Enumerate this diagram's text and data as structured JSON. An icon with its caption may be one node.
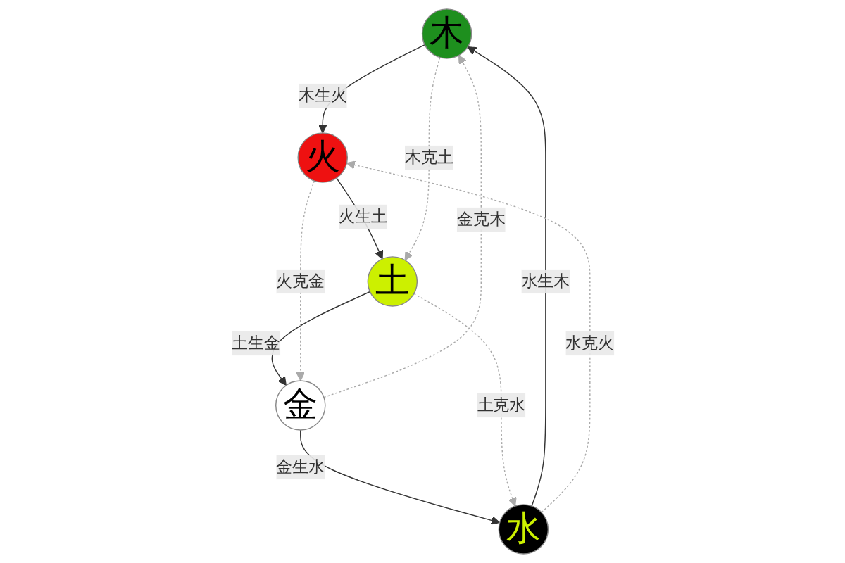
{
  "diagram": {
    "nodes": [
      {
        "text": [
          "木"
        ]
      },
      {
        "text": [
          "火"
        ]
      },
      {
        "text": [
          "水"
        ]
      },
      {
        "text": [
          "土"
        ]
      },
      {
        "text": [
          "金"
        ]
      }
    ],
    "edges": [
      {
        "from": 0,
        "to": 1,
        "arrow": "to",
        "label": "木生火"
      },
      {
        "from": 1,
        "to": 3,
        "arrow": "to",
        "label": "火生土"
      },
      {
        "from": 3,
        "to": 4,
        "arrow": "to",
        "label": "土生金"
      },
      {
        "from": 4,
        "to": 2,
        "arrow": "to",
        "label": "金生水"
      },
      {
        "from": 2,
        "to": 0,
        "arrow": "to",
        "label": "水生木"
      },
      {
        "from": 2,
        "to": 1,
        "arrow": "to",
        "label": "水克火",
        "style": "dashed",
        "color": "#aaaaaa"
      },
      {
        "from": 0,
        "to": 3,
        "arrow": "to",
        "label": "木克土",
        "style": "dashed",
        "color": "#aaaaaa"
      },
      {
        "from": 3,
        "to": 2,
        "arrow": "to",
        "label": "土克水",
        "style": "dashed",
        "color": "#aaaaaa"
      },
      {
        "from": 1,
        "to": 4,
        "arrow": "to",
        "label": "火克金",
        "style": "dashed",
        "color": "#aaaaaa"
      },
      {
        "from": 4,
        "to": 0,
        "arrow": "to",
        "label": "金克木",
        "style": "dashed",
        "color": "#aaaaaa"
      }
    ]
  }
}
